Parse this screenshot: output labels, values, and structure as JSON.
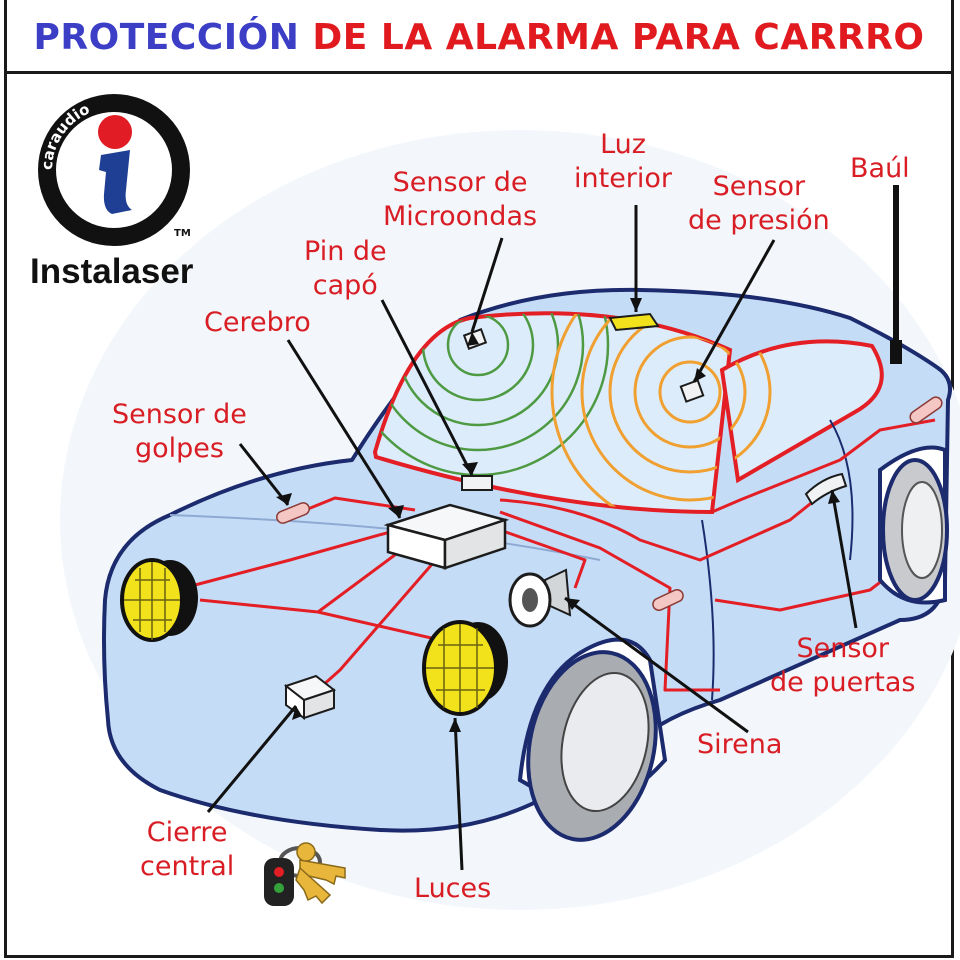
{
  "title": {
    "part1": "PROTECCIÓN",
    "part2": "DE LA ALARMA PARA CARRRO"
  },
  "logo": {
    "arc_text": "caraudio",
    "brand": "Instalaser",
    "tm": "TM"
  },
  "labels": {
    "sensor_golpes": [
      "Sensor de",
      "golpes"
    ],
    "cerebro": [
      "Cerebro"
    ],
    "pin_capo": [
      "Pin de",
      "capó"
    ],
    "sensor_microondas": [
      "Sensor de",
      "Microondas"
    ],
    "luz_interior": [
      "Luz",
      "interior"
    ],
    "sensor_presion": [
      "Sensor",
      "de presión"
    ],
    "baul": [
      "Baúl"
    ],
    "sensor_puertas": [
      "Sensor",
      "de puertas"
    ],
    "sirena": [
      "Sirena"
    ],
    "cierre_central": [
      "Cierre",
      "central"
    ],
    "luces": [
      "Luces"
    ]
  },
  "colors": {
    "title_blue": "#3c3fc6",
    "title_red": "#e01a1f",
    "label_red": "#d81d24",
    "car_body": "#c5dcf6",
    "car_outline": "#1c2a6e",
    "wiring": "#e31e24",
    "microwave_waves": "#4e9a43",
    "pressure_waves": "#f0a030",
    "headlight": "#f2e21c"
  }
}
